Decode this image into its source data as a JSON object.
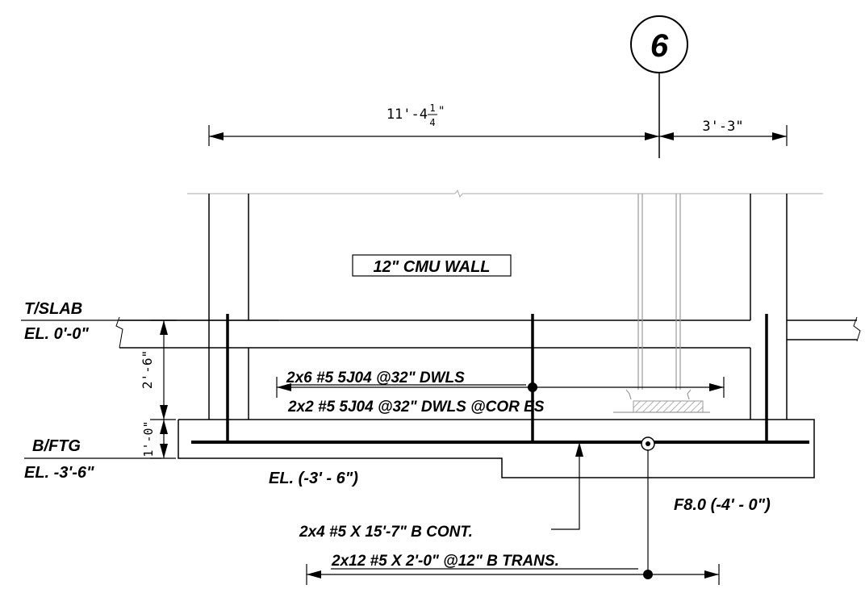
{
  "grid": {
    "number": "6"
  },
  "dimensions": {
    "left_whole": "11'-4",
    "left_frac_num": "1",
    "left_frac_den": "4",
    "left_inch": "\"",
    "right": "3'-3\"",
    "slab_to_ftg": "2'-6\"",
    "ftg_thickness": "1'-0\""
  },
  "labels": {
    "wall": "12\" CMU WALL",
    "tslab": "T/SLAB",
    "el_slab": "EL. 0'-0\"",
    "bftg": "B/FTG",
    "el_ftg": "EL. -3'-6\"",
    "el_mid": "EL. (-3' - 6\")",
    "f8": "F8.0 (-4' - 0\")",
    "dowels1": "2x6 #5 5J04 @32\" DWLS",
    "dowels2": "2x2 #5 5J04 @32\" DWLS @COR ES",
    "cont": "2x4 #5 X 15'-7\"  B CONT.",
    "trans": "2x12 #5 X 2'-0\" @12\" B TRANS."
  },
  "colors": {
    "ink": "#000000",
    "hidden": "#9a9a9a"
  }
}
